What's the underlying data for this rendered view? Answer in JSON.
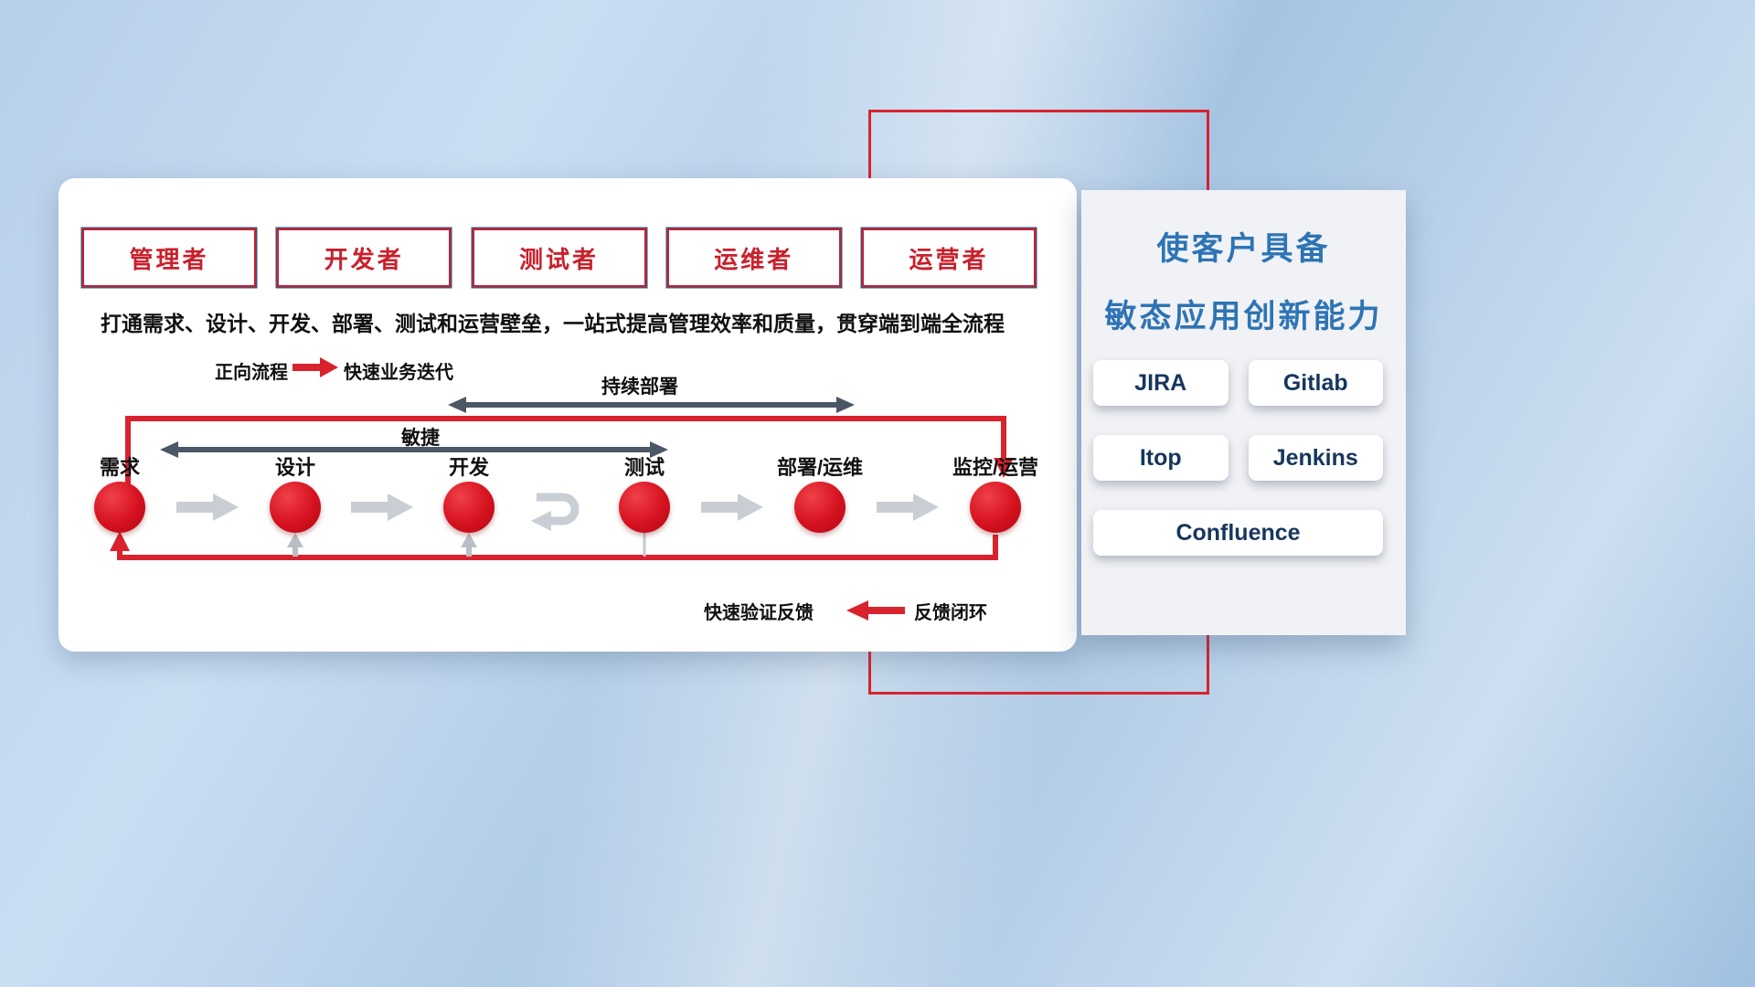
{
  "roles": {
    "items": [
      {
        "label": "管理者"
      },
      {
        "label": "开发者"
      },
      {
        "label": "测试者"
      },
      {
        "label": "运维者"
      },
      {
        "label": "运营者"
      }
    ]
  },
  "subtitle": "打通需求、设计、开发、部署、测试和运营壁垒，一站式提高管理效率和质量，贯穿端到端全流程",
  "legend": {
    "forward_label": "正向流程",
    "forward_desc": "快速业务迭代",
    "feedback_desc": "快速验证反馈",
    "feedback_label": "反馈闭环"
  },
  "flow": {
    "continuous_deploy_label": "持续部署",
    "agile_label": "敏捷",
    "stages": [
      {
        "label": "需求"
      },
      {
        "label": "设计"
      },
      {
        "label": "开发"
      },
      {
        "label": "测试"
      },
      {
        "label": "部署/运维"
      },
      {
        "label": "监控/运营"
      }
    ]
  },
  "right_panel": {
    "title_line1": "使客户具备",
    "title_line2": "敏态应用创新能力",
    "tools": [
      {
        "label": "JIRA"
      },
      {
        "label": "Gitlab"
      },
      {
        "label": "Itop"
      },
      {
        "label": "Jenkins"
      },
      {
        "label": "Confluence"
      }
    ]
  },
  "colors": {
    "accent_red": "#d8232e",
    "title_blue": "#2e74b5",
    "tool_text_navy": "#16365c",
    "dark_arrow": "#4a5766",
    "gray_arrow": "#c9ced5"
  }
}
